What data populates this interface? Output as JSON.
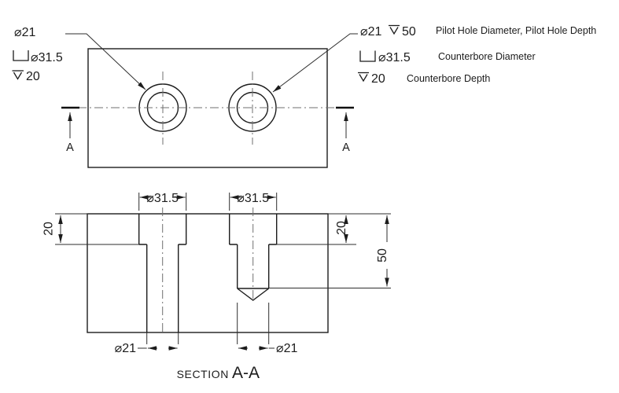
{
  "callout_left": {
    "pilot_dia": "⌀21",
    "cbore_dia": "⌀31.5",
    "cbore_depth": "20"
  },
  "legend": {
    "pilot": {
      "dia": "⌀21",
      "depth": "50",
      "label": "Pilot Hole Diameter, Pilot Hole Depth"
    },
    "cbore_dia": {
      "value": "⌀31.5",
      "label": "Counterbore Diameter"
    },
    "cbore_depth": {
      "value": "20",
      "label": "Counterbore Depth"
    }
  },
  "marks": {
    "left": "A",
    "right": "A"
  },
  "dims": {
    "cbore_dia_left": "⌀31.5",
    "cbore_dia_right": "⌀31.5",
    "cbore_depth_left": "20",
    "cbore_depth_right": "20",
    "pilot_depth": "50",
    "pilot_dia_left": "⌀21",
    "pilot_dia_right": "⌀21"
  },
  "section_label": {
    "prefix": "SECTION",
    "name": "A-A"
  },
  "colors": {
    "object_line": "#1c1c1c",
    "dimension_line": "#2e2e2e",
    "centerline": "#6f6f6f",
    "background": "#ffffff"
  }
}
